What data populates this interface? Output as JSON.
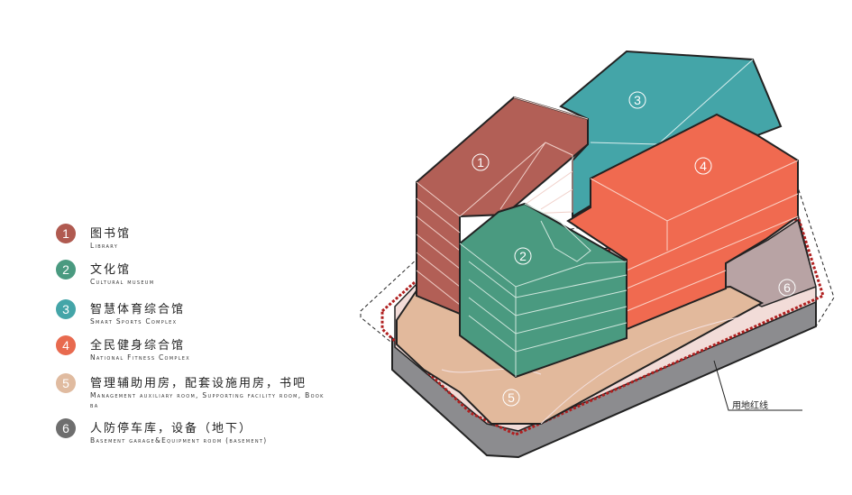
{
  "legend": [
    {
      "num": "1",
      "cn": "图书馆",
      "en": "Library",
      "color": "#b05a50"
    },
    {
      "num": "2",
      "cn": "文化馆",
      "en": "Cultural museum",
      "color": "#4a9a80"
    },
    {
      "num": "3",
      "cn": "智慧体育综合馆",
      "en": "Smart Sports Complex",
      "color": "#44a5a8"
    },
    {
      "num": "4",
      "cn": "全民健身综合馆",
      "en": "National Fitness Complex",
      "color": "#e86a4f"
    },
    {
      "num": "5",
      "cn": "管理辅助用房，配套设施用房，书吧",
      "en": "Management auxiliary room, Supporting facility room, Book ba",
      "color": "#e0bba0"
    },
    {
      "num": "6",
      "cn": "人防停车库，设备（地下）",
      "en": "Basement garage&Equipment room (basement)",
      "color": "#6e6e6e"
    }
  ],
  "diagram": {
    "labels": [
      "1",
      "2",
      "3",
      "4",
      "5",
      "6"
    ],
    "redline_label": "用地红线"
  }
}
